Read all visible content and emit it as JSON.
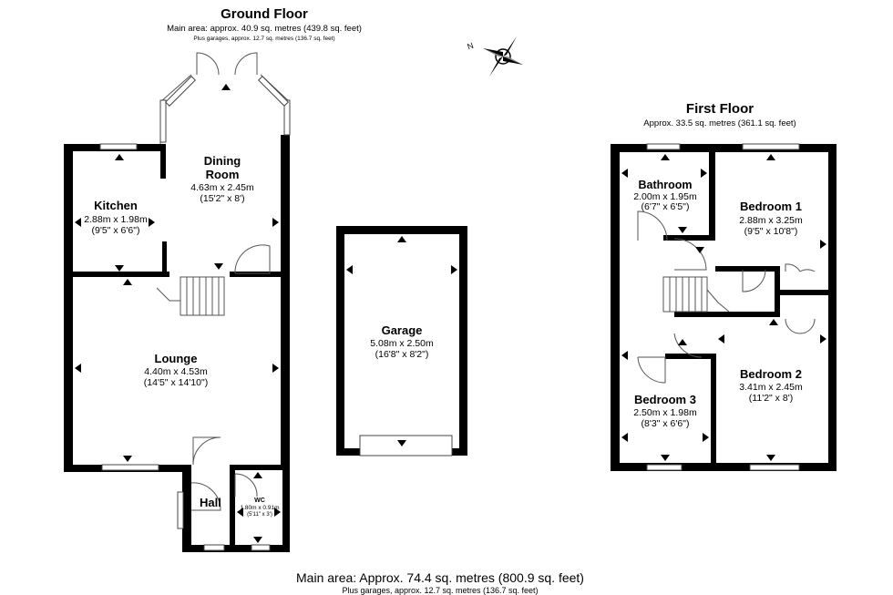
{
  "ground_floor": {
    "title": "Ground Floor",
    "area": "Main area: approx. 40.9 sq. metres (439.8 sq. feet)",
    "garage_note": "Plus garages, approx. 12.7 sq. metres (136.7 sq. feet)",
    "rooms": {
      "dining": {
        "name": "Dining\nRoom",
        "name_line1": "Dining",
        "name_line2": "Room",
        "metric": "4.63m x 2.45m",
        "imperial": "(15'2\" x 8')"
      },
      "kitchen": {
        "name": "Kitchen",
        "metric": "2.88m x 1.98m",
        "imperial": "(9'5\" x 6'6\")"
      },
      "lounge": {
        "name": "Lounge",
        "metric": "4.40m x 4.53m",
        "imperial": "(14'5\" x 14'10\")"
      },
      "hall": {
        "name": "Hall"
      },
      "wc": {
        "name": "WC",
        "metric": "1.80m x 0.91m",
        "imperial": "(5'11\" x 3')"
      }
    }
  },
  "garage": {
    "name": "Garage",
    "metric": "5.08m x 2.50m",
    "imperial": "(16'8\" x 8'2\")"
  },
  "first_floor": {
    "title": "First Floor",
    "area": "Approx. 33.5 sq. metres (361.1 sq. feet)",
    "rooms": {
      "bathroom": {
        "name": "Bathroom",
        "metric": "2.00m x 1.95m",
        "imperial": "(6'7\" x 6'5\")"
      },
      "bedroom1": {
        "name": "Bedroom 1",
        "metric": "2.88m x 3.25m",
        "imperial": "(9'5\" x 10'8\")"
      },
      "bedroom2": {
        "name": "Bedroom 2",
        "metric": "3.41m x 2.45m",
        "imperial": "(11'2\" x 8')"
      },
      "bedroom3": {
        "name": "Bedroom 3",
        "metric": "2.50m x 1.98m",
        "imperial": "(8'3\" x 6'6\")"
      }
    }
  },
  "compass": {
    "label": "N",
    "icon": "compass-icon"
  },
  "footer": {
    "main": "Main area: Approx. 74.4 sq. metres (800.9 sq. feet)",
    "sub": "Plus garages, approx. 12.7 sq. metres (136.7 sq. feet)"
  }
}
